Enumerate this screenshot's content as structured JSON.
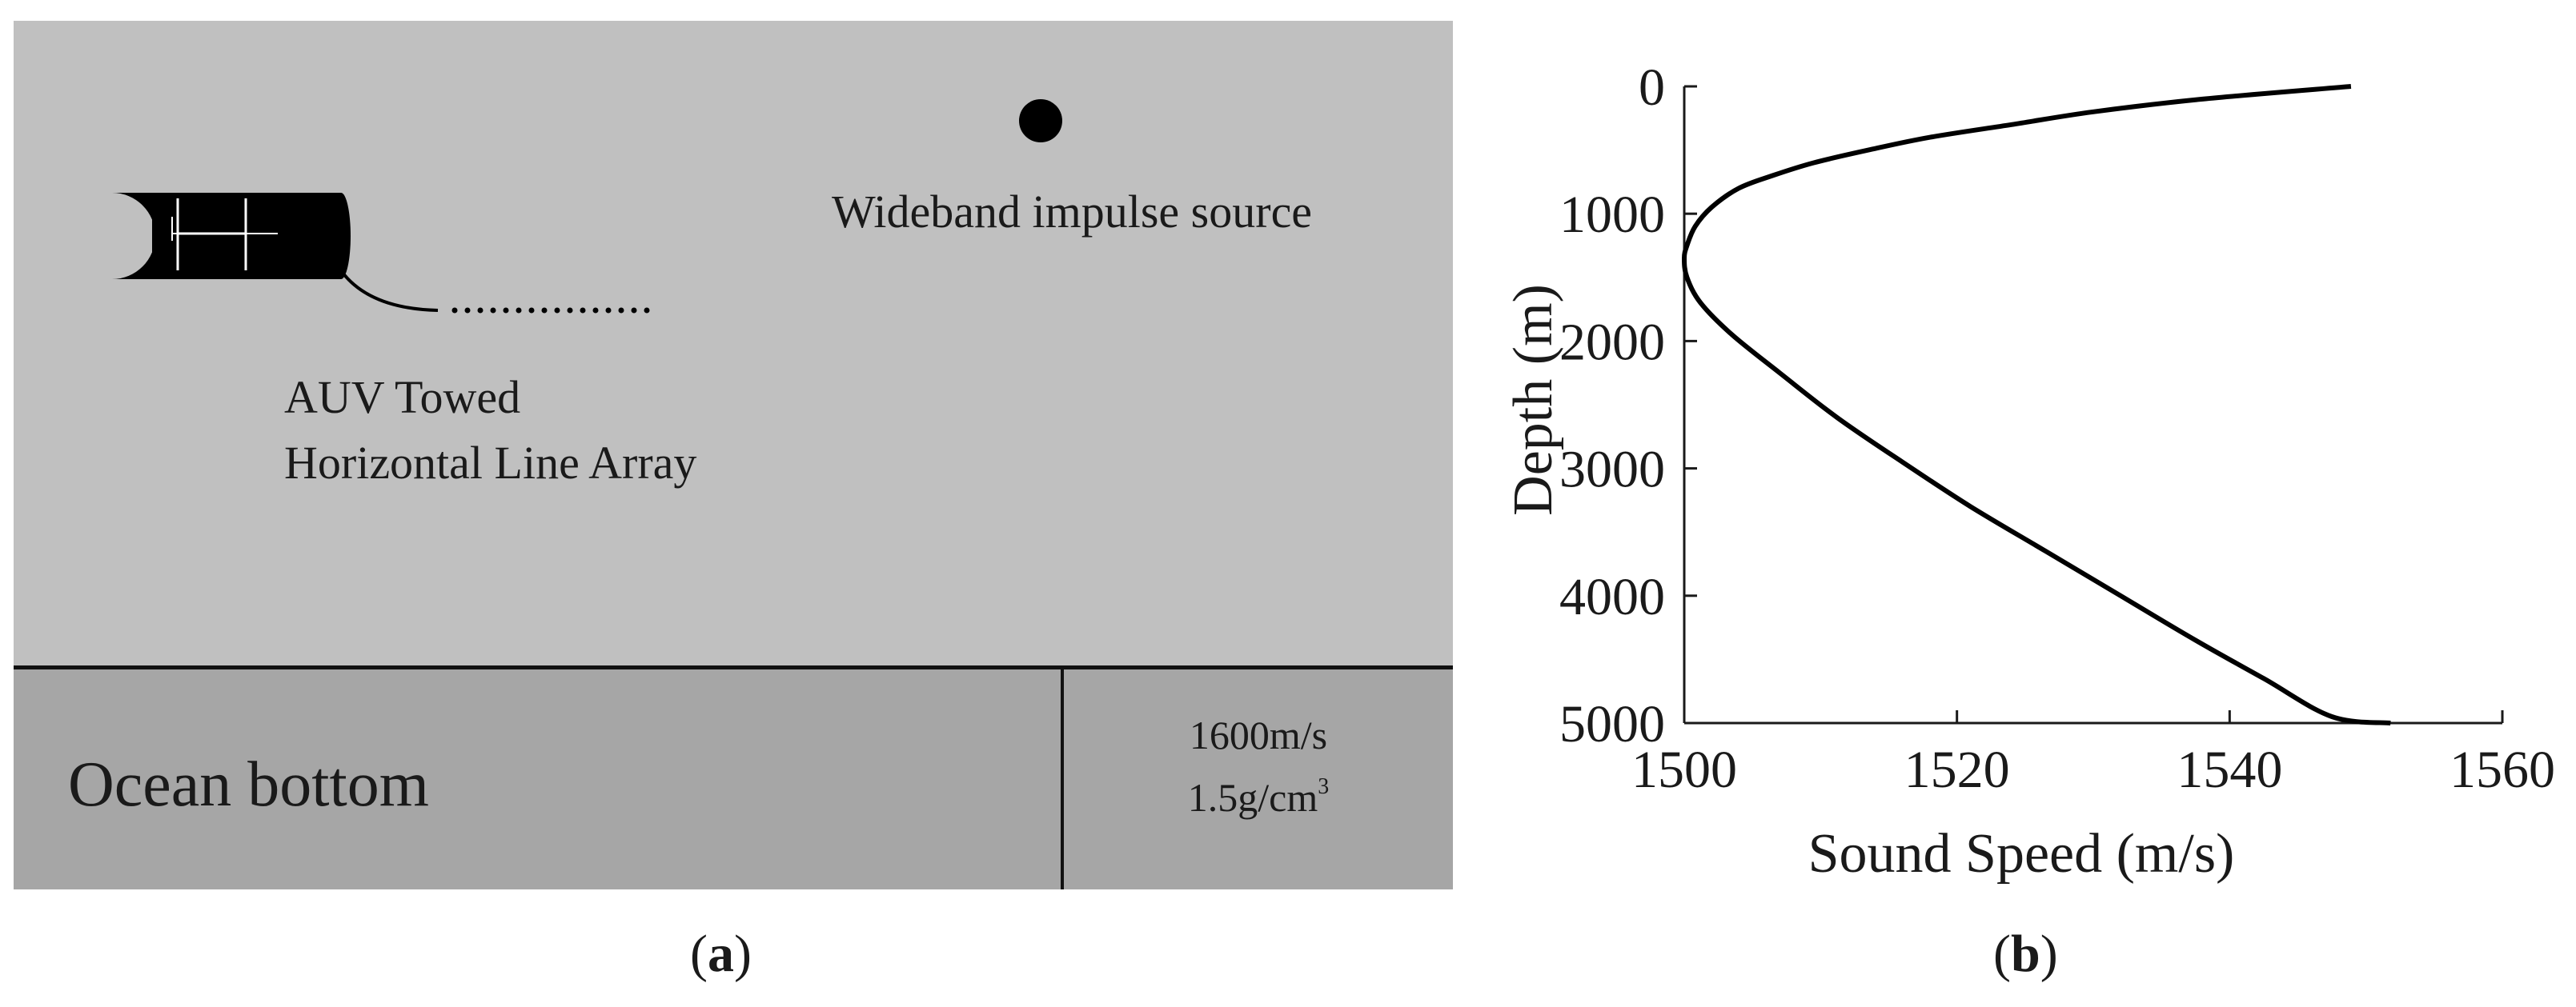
{
  "panel_a": {
    "caption_open": "(",
    "caption_letter": "a",
    "caption_close": ")",
    "source_label": "Wideband impulse source",
    "auv_label_line1": "AUV Towed",
    "auv_label_line2": "Horizontal Line Array",
    "ocean_bottom_label": "Ocean bottom",
    "bottom_sound_speed": "1600m/s",
    "bottom_density_value": "1.5g/cm",
    "bottom_density_exponent": "3",
    "colors": {
      "water": "#c0c0c0",
      "seabed": "#a6a6a6",
      "ink": "#000000"
    }
  },
  "panel_b": {
    "caption_open": "(",
    "caption_letter": "b",
    "caption_close": ")"
  },
  "chart_data": {
    "type": "line",
    "title": "",
    "xlabel": "Sound Speed (m/s)",
    "ylabel": "Depth (m)",
    "xlim": [
      1500,
      1560
    ],
    "ylim": [
      0,
      5000
    ],
    "y_inverted": true,
    "x_ticks": [
      1500,
      1520,
      1540,
      1560
    ],
    "y_ticks": [
      0,
      1000,
      2000,
      3000,
      4000,
      5000
    ],
    "grid": false,
    "series": [
      {
        "x": [
          1548.9,
          1538.0,
          1530.0,
          1524.0,
          1518.0,
          1513.5,
          1509.5,
          1506.5,
          1504.0,
          1502.0,
          1500.8,
          1500.2,
          1500.0,
          1500.2,
          1501.2,
          1503.5,
          1507.0,
          1511.2,
          1516.0,
          1521.0,
          1526.5,
          1532.0,
          1537.5,
          1542.5,
          1547.5,
          1551.8
        ],
        "y": [
          0,
          100,
          200,
          300,
          400,
          500,
          600,
          700,
          800,
          950,
          1100,
          1250,
          1350,
          1500,
          1700,
          1950,
          2250,
          2600,
          2950,
          3300,
          3650,
          4000,
          4350,
          4650,
          4950,
          5000
        ]
      }
    ]
  }
}
